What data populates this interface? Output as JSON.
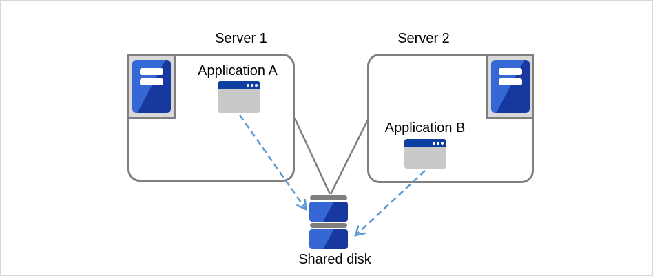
{
  "colors": {
    "canvas_border": "#d7d7d7",
    "box_border": "#7f7f7f",
    "connector": "#7f7f7f",
    "arrow": "#5b9bd5",
    "icon_panel_bg": "#d9d9d9",
    "blue_light": "#3568d4",
    "blue_dark": "#16389f",
    "titlebar": "#0d3fa0",
    "window_body": "#c9c9c9",
    "text": "#000000"
  },
  "nodes": {
    "server1": {
      "label": "Server 1",
      "icon": "server-tower-icon"
    },
    "server2": {
      "label": "Server 2",
      "icon": "server-tower-icon"
    },
    "app_a": {
      "label": "Application A",
      "icon": "app-window-icon"
    },
    "app_b": {
      "label": "Application B",
      "icon": "app-window-icon"
    },
    "shared_disk": {
      "label": "Shared disk",
      "icon": "disk-stack-icon"
    }
  },
  "connections": [
    {
      "from": "server1",
      "to": "shared_disk",
      "style": "solid-line"
    },
    {
      "from": "server2",
      "to": "shared_disk",
      "style": "solid-line"
    },
    {
      "from": "app_a",
      "to": "shared_disk",
      "style": "dashed-arrow"
    },
    {
      "from": "app_b",
      "to": "shared_disk",
      "style": "dashed-arrow"
    }
  ]
}
